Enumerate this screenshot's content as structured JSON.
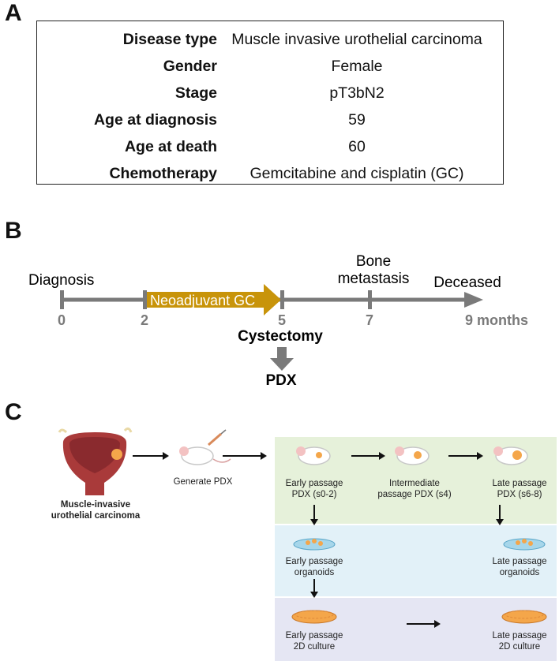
{
  "panels": {
    "a": "A",
    "b": "B",
    "c": "C"
  },
  "table": [
    {
      "label": "Disease type",
      "value": "Muscle invasive urothelial carcinoma"
    },
    {
      "label": "Gender",
      "value": "Female"
    },
    {
      "label": "Stage",
      "value": "pT3bN2"
    },
    {
      "label": "Age at diagnosis",
      "value": "59"
    },
    {
      "label": "Age at death",
      "value": "60"
    },
    {
      "label": "Chemotherapy",
      "value": "Gemcitabine and cisplatin (GC)"
    }
  ],
  "timeline": {
    "diagnosis": "Diagnosis",
    "neoadjuvant": "Neoadjuvant GC",
    "bone1": "Bone",
    "bone2": "metastasis",
    "deceased": "Deceased",
    "ticks": [
      "0",
      "2",
      "5",
      "7",
      "9 months"
    ],
    "cystectomy": "Cystectomy",
    "pdx": "PDX",
    "colors": {
      "axis": "#7a7a7a",
      "arrow": "#c8940a",
      "arrow_text": "#ffffff"
    }
  },
  "workflow": {
    "tumor1": "Muscle-invasive",
    "tumor2": "urothelial carcinoma",
    "generate": "Generate PDX",
    "early_pdx1": "Early passage",
    "early_pdx2": "PDX (s0-2)",
    "inter_pdx1": "Intermediate",
    "inter_pdx2": "passage PDX (s4)",
    "late_pdx1": "Late passage",
    "late_pdx2": "PDX (s6-8)",
    "early_org1": "Early passage",
    "early_org2": "organoids",
    "late_org1": "Late passage",
    "late_org2": "organoids",
    "early_2d1": "Early passage",
    "early_2d2": "2D culture",
    "late_2d1": "Late passage",
    "late_2d2": "2D culture",
    "colors": {
      "green": "#e6f1da",
      "blue": "#e2f1f8",
      "purple": "#e5e6f3",
      "tumor": "#f4a64a"
    }
  }
}
